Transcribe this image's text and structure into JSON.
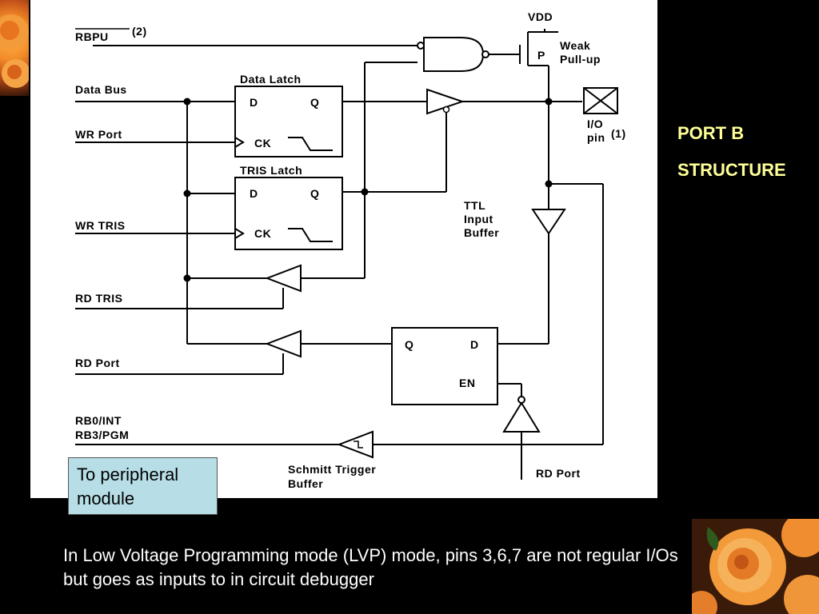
{
  "title": {
    "line1": "PORT B",
    "line2": "STRUCTURE"
  },
  "callout": {
    "text": "To peripheral module"
  },
  "caption": {
    "text": "In Low Voltage Programming mode (LVP) mode, pins 3,6,7 are not regular I/Os but goes as inputs to in circuit debugger"
  },
  "diagram": {
    "signals": {
      "rbpu": "RBPU",
      "rbpu_sup": "(2)",
      "data_bus": "Data Bus",
      "wr_port": "WR Port",
      "wr_tris": "WR TRIS",
      "rd_tris": "RD TRIS",
      "rd_port": "RD Port",
      "rb0_int": "RB0/INT",
      "rb3_pgm": "RB3/PGM",
      "rd_port_bottom": "RD Port"
    },
    "blocks": {
      "data_latch": "Data Latch",
      "tris_latch": "TRIS Latch",
      "d": "D",
      "q": "Q",
      "ck": "CK",
      "en": "EN"
    },
    "components": {
      "vdd": "VDD",
      "p": "P",
      "weak_pullup_1": "Weak",
      "weak_pullup_2": "Pull-up",
      "io_pin_1": "I/O",
      "io_pin_2": "pin",
      "io_pin_sup": "(1)",
      "ttl_1": "TTL",
      "ttl_2": "Input",
      "ttl_3": "Buffer",
      "schmitt_1": "Schmitt Trigger",
      "schmitt_2": "Buffer"
    }
  }
}
